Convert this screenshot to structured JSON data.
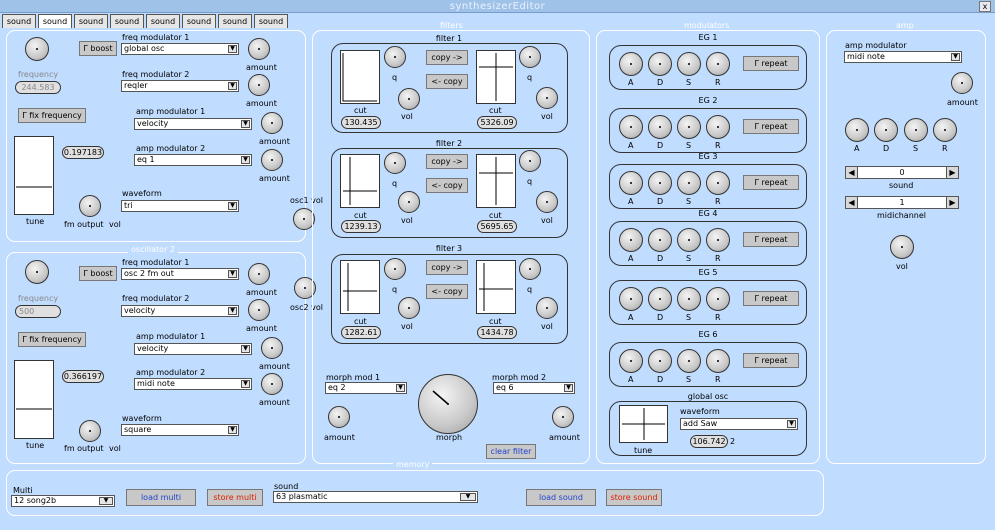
{
  "window": {
    "title": "synthesizerEditor",
    "close": "x"
  },
  "tabs": [
    "sound",
    "sound",
    "sound",
    "sound",
    "sound",
    "sound",
    "sound",
    "sound"
  ],
  "sections": {
    "osc2": "oscillator 2",
    "filters": "filters",
    "modulators": "modulators",
    "amp": "amp",
    "memory": "memory"
  },
  "osc1": {
    "frequency_label": "frequency",
    "frequency_value": "244.583",
    "boost": "Γ boost",
    "fix_frequency": "Γ fix frequency",
    "tune_value": "0.197183",
    "tune_label": "tune",
    "fm_output_label": "fm output",
    "vol_label": "vol",
    "freq_mod1_label": "freq modulator 1",
    "freq_mod1_value": "global osc",
    "freq_mod2_label": "freq modulator 2",
    "freq_mod2_value": "reqler",
    "amp_mod1_label": "amp modulator 1",
    "amp_mod1_value": "velocity",
    "amp_mod2_label": "amp modulator 2",
    "amp_mod2_value": "eq 1",
    "waveform_label": "waveform",
    "waveform_value": "tri",
    "amount": "amount",
    "out_vol": "osc1 vol"
  },
  "osc2": {
    "frequency_label": "frequency",
    "frequency_value": "500",
    "boost": "Γ boost",
    "fix_frequency": "Γ fix frequency",
    "tune_value": "0.366197",
    "tune_label": "tune",
    "fm_output_label": "fm output",
    "vol_label": "vol",
    "freq_mod1_label": "freq modulator 1",
    "freq_mod1_value": "osc 2 fm out",
    "freq_mod2_label": "freq modulator 2",
    "freq_mod2_value": "velocity",
    "amp_mod1_label": "amp modulator 1",
    "amp_mod1_value": "velocity",
    "amp_mod2_label": "amp modulator 2",
    "amp_mod2_value": "midi note",
    "waveform_label": "waveform",
    "waveform_value": "square",
    "amount": "amount",
    "out_vol": "osc2 vol"
  },
  "filters": [
    {
      "title": "filter 1",
      "cut_left": "130.435",
      "cut_right": "5326.09",
      "copy_right": "copy ->",
      "copy_left": "<- copy",
      "cut": "cut",
      "q": "q",
      "vol": "vol"
    },
    {
      "title": "filter 2",
      "cut_left": "1239.13",
      "cut_right": "5695.65",
      "copy_right": "copy ->",
      "copy_left": "<- copy",
      "cut": "cut",
      "q": "q",
      "vol": "vol"
    },
    {
      "title": "filter 3",
      "cut_left": "1282.61",
      "cut_right": "1434.78",
      "copy_right": "copy ->",
      "copy_left": "<- copy",
      "cut": "cut",
      "q": "q",
      "vol": "vol"
    }
  ],
  "morph": {
    "mod1_label": "morph mod 1",
    "mod1_value": "eq 2",
    "mod2_label": "morph mod 2",
    "mod2_value": "eq 6",
    "amount": "amount",
    "morph_label": "morph",
    "clear_filter": "clear filter"
  },
  "egs": [
    {
      "title": "EG 1",
      "repeat": "Γ repeat"
    },
    {
      "title": "EG 2",
      "repeat": "Γ repeat"
    },
    {
      "title": "EG 3",
      "repeat": "Γ repeat"
    },
    {
      "title": "EG 4",
      "repeat": "Γ repeat"
    },
    {
      "title": "EG 5",
      "repeat": "Γ repeat"
    },
    {
      "title": "EG 6",
      "repeat": "Γ repeat"
    }
  ],
  "adsr": {
    "a": "A",
    "d": "D",
    "s": "S",
    "r": "R"
  },
  "global_osc": {
    "title": "global osc",
    "waveform_label": "waveform",
    "waveform_value": "add Saw",
    "value": "106.742",
    "suffix": "2",
    "tune": "tune"
  },
  "amp": {
    "modulator_label": "amp modulator",
    "modulator_value": "midi note",
    "amount": "amount",
    "sound_value": "0",
    "sound_label": "sound",
    "midichannel_value": "1",
    "midichannel_label": "midichannel",
    "vol": "vol",
    "left": "◀",
    "right": "▶"
  },
  "memory": {
    "multi_label": "Multi",
    "multi_value": "12 song2b",
    "load_multi": "load multi",
    "store_multi": "store multi",
    "sound_label": "sound",
    "sound_value": "63 plasmatic",
    "load_sound": "load sound",
    "store_sound": "store sound"
  }
}
